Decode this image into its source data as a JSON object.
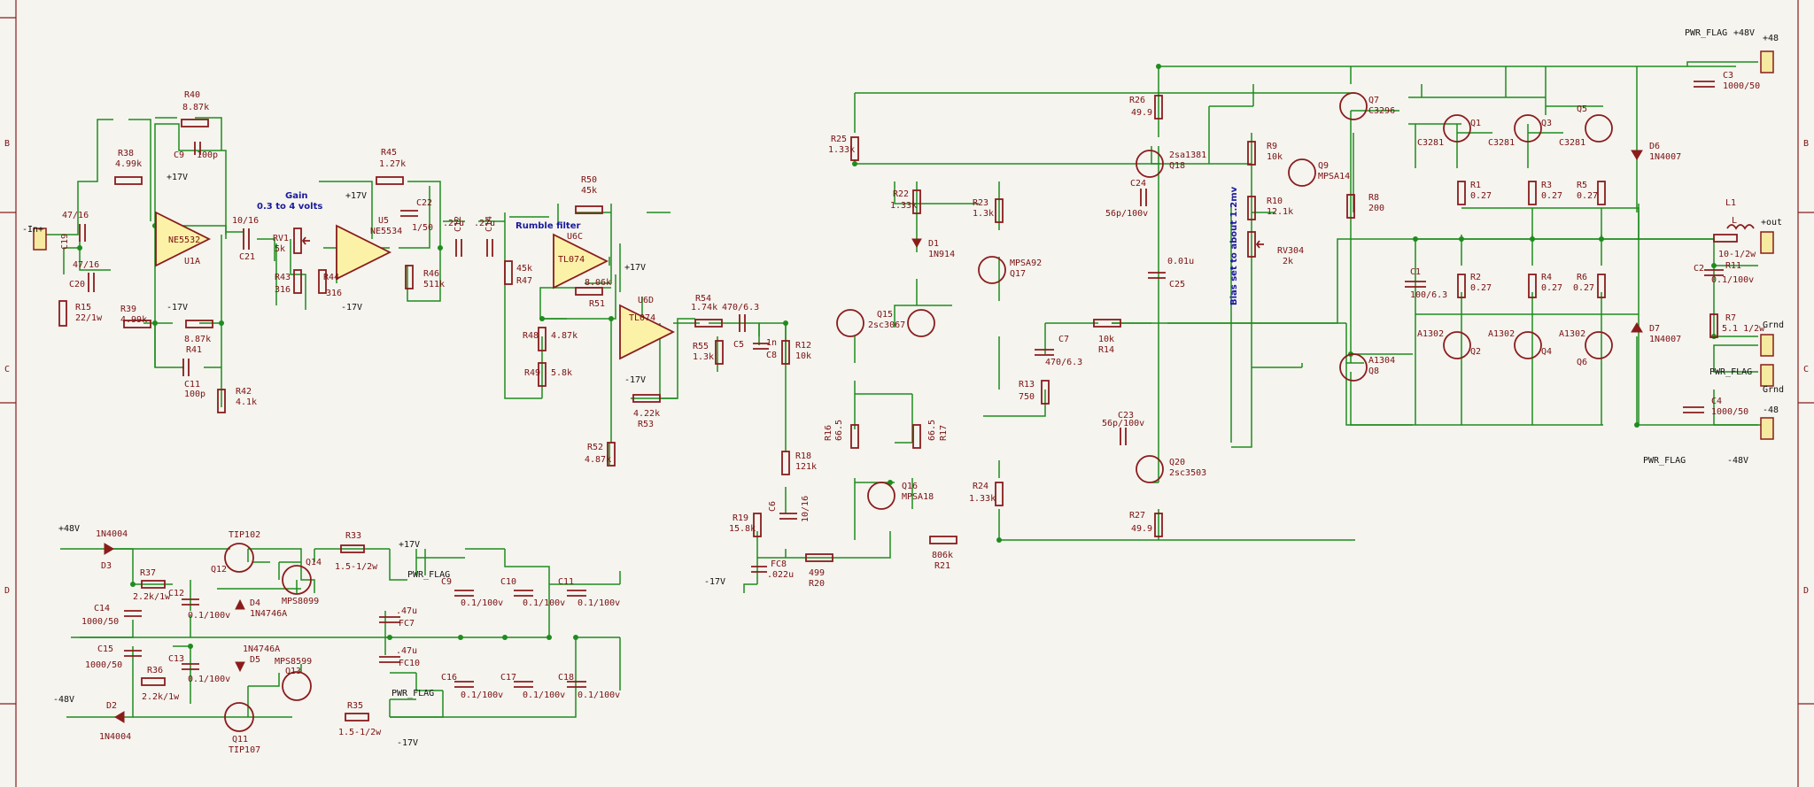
{
  "frame": {
    "rows": [
      "B",
      "C",
      "D"
    ]
  },
  "notes": {
    "gain_title": "Gain",
    "gain_range": "0.3 to 4 volts",
    "rumble": "Rumble filter",
    "bias": "Bias set to about 1.2mv"
  },
  "rails": {
    "p17": "+17V",
    "m17": "-17V",
    "p48": "+48V",
    "m48": "-48V",
    "p48_out": "+48",
    "m48_out": "-48",
    "pwr_flag": "PWR_FLAG",
    "grnd": "Grnd",
    "in": "-In+",
    "out": "+out"
  },
  "labels": [
    {
      "k": "R40",
      "t": "R40"
    },
    {
      "k": "R40v",
      "t": "8.87k"
    },
    {
      "k": "C9a",
      "t": "C9"
    },
    {
      "k": "C9av",
      "t": "100p"
    },
    {
      "k": "R38",
      "t": "R38"
    },
    {
      "k": "R38v",
      "t": "4.99k"
    },
    {
      "k": "C19v",
      "t": "47/16"
    },
    {
      "k": "C19",
      "t": "C19"
    },
    {
      "k": "C20v",
      "t": "47/16"
    },
    {
      "k": "C20",
      "t": "C20"
    },
    {
      "k": "R15",
      "t": "R15"
    },
    {
      "k": "R15v",
      "t": "22/1w"
    },
    {
      "k": "U1A",
      "t": "U1A"
    },
    {
      "k": "U1Av",
      "t": "NE5532"
    },
    {
      "k": "R39",
      "t": "R39"
    },
    {
      "k": "R39v",
      "t": "4.99k"
    },
    {
      "k": "R41v",
      "t": "8.87k"
    },
    {
      "k": "R41",
      "t": "R41"
    },
    {
      "k": "C11a",
      "t": "C11"
    },
    {
      "k": "C11av",
      "t": "100p"
    },
    {
      "k": "R42",
      "t": "R42"
    },
    {
      "k": "R42v",
      "t": "4.1k"
    },
    {
      "k": "C21v",
      "t": "10/16"
    },
    {
      "k": "C21",
      "t": "C21"
    },
    {
      "k": "RV1",
      "t": "RV1"
    },
    {
      "k": "RV1v",
      "t": "5k"
    },
    {
      "k": "R43",
      "t": "R43"
    },
    {
      "k": "R43v",
      "t": "316"
    },
    {
      "k": "R44",
      "t": "R44"
    },
    {
      "k": "R44v",
      "t": "316"
    },
    {
      "k": "U5",
      "t": "U5"
    },
    {
      "k": "U5v",
      "t": "NE5534"
    },
    {
      "k": "R45",
      "t": "R45"
    },
    {
      "k": "R45v",
      "t": "1.27k"
    },
    {
      "k": "C22",
      "t": "C22"
    },
    {
      "k": "C22v",
      "t": "1/50"
    },
    {
      "k": "R46",
      "t": "R46"
    },
    {
      "k": "R46v",
      "t": "511k"
    },
    {
      "k": "C12av",
      "t": ".27u"
    },
    {
      "k": "C12a",
      "t": "C12"
    },
    {
      "k": "C14av",
      "t": ".27u"
    },
    {
      "k": "C14a",
      "t": "C14"
    },
    {
      "k": "R47v",
      "t": "45k"
    },
    {
      "k": "R47",
      "t": "R47"
    },
    {
      "k": "R50",
      "t": "R50"
    },
    {
      "k": "R50v",
      "t": "45k"
    },
    {
      "k": "U6C",
      "t": "U6C"
    },
    {
      "k": "U6Cv",
      "t": "TL074"
    },
    {
      "k": "R51v",
      "t": "8.06k"
    },
    {
      "k": "R51",
      "t": "R51"
    },
    {
      "k": "R48",
      "t": "R48"
    },
    {
      "k": "R48v",
      "t": "4.87k"
    },
    {
      "k": "R49",
      "t": "R49"
    },
    {
      "k": "R49v",
      "t": "5.8k"
    },
    {
      "k": "U6D",
      "t": "U6D"
    },
    {
      "k": "U6Dv",
      "t": "TL074"
    },
    {
      "k": "R53v",
      "t": "4.22k"
    },
    {
      "k": "R53",
      "t": "R53"
    },
    {
      "k": "R52",
      "t": "R52"
    },
    {
      "k": "R52v",
      "t": "4.87k"
    },
    {
      "k": "R54",
      "t": "R54"
    },
    {
      "k": "R54v",
      "t": "1.74k"
    },
    {
      "k": "C5v",
      "t": "470/6.3"
    },
    {
      "k": "C5",
      "t": "C5"
    },
    {
      "k": "R55",
      "t": "R55"
    },
    {
      "k": "R55v",
      "t": "1.3k"
    },
    {
      "k": "C8v",
      "t": "1n"
    },
    {
      "k": "C8",
      "t": "C8"
    },
    {
      "k": "R12",
      "t": "R12"
    },
    {
      "k": "R12v",
      "t": "10k"
    },
    {
      "k": "R25",
      "t": "R25"
    },
    {
      "k": "R25v",
      "t": "1.33k"
    },
    {
      "k": "R22",
      "t": "R22"
    },
    {
      "k": "R22v",
      "t": "1.33k"
    },
    {
      "k": "D1",
      "t": "D1"
    },
    {
      "k": "D1v",
      "t": "1N914"
    },
    {
      "k": "R23",
      "t": "R23"
    },
    {
      "k": "R23v",
      "t": "1.3k"
    },
    {
      "k": "Q17v",
      "t": "MPSA92"
    },
    {
      "k": "Q17",
      "t": "Q17"
    },
    {
      "k": "Q15",
      "t": "Q15"
    },
    {
      "k": "Q15v",
      "t": "2sc3067"
    },
    {
      "k": "R16",
      "t": "R16"
    },
    {
      "k": "R16v",
      "t": "66.5"
    },
    {
      "k": "R17v",
      "t": "66.5"
    },
    {
      "k": "R17",
      "t": "R17"
    },
    {
      "k": "R18",
      "t": "R18"
    },
    {
      "k": "R18v",
      "t": "121k"
    },
    {
      "k": "Q16",
      "t": "Q16"
    },
    {
      "k": "Q16v",
      "t": "MPSA18"
    },
    {
      "k": "R19",
      "t": "R19"
    },
    {
      "k": "R19v",
      "t": "15.8k"
    },
    {
      "k": "C6",
      "t": "C6"
    },
    {
      "k": "C6v",
      "t": "10/16"
    },
    {
      "k": "FC8",
      "t": "FC8"
    },
    {
      "k": "FC8v",
      "t": ".022u"
    },
    {
      "k": "R20v",
      "t": "499"
    },
    {
      "k": "R20",
      "t": "R20"
    },
    {
      "k": "R21v",
      "t": "806k"
    },
    {
      "k": "R21",
      "t": "R21"
    },
    {
      "k": "C7",
      "t": "C7"
    },
    {
      "k": "C7v",
      "t": "470/6.3"
    },
    {
      "k": "R13",
      "t": "R13"
    },
    {
      "k": "R13v",
      "t": "750"
    },
    {
      "k": "R14v",
      "t": "10k"
    },
    {
      "k": "R14",
      "t": "R14"
    },
    {
      "k": "R24",
      "t": "R24"
    },
    {
      "k": "R24v",
      "t": "1.33k"
    },
    {
      "k": "R26",
      "t": "R26"
    },
    {
      "k": "R26v",
      "t": "49.9"
    },
    {
      "k": "Q18v",
      "t": "2sa1381"
    },
    {
      "k": "Q18",
      "t": "Q18"
    },
    {
      "k": "C24",
      "t": "C24"
    },
    {
      "k": "C24v",
      "t": "56p/100v"
    },
    {
      "k": "C25v",
      "t": "0.01u"
    },
    {
      "k": "C25",
      "t": "C25"
    },
    {
      "k": "C23",
      "t": "C23"
    },
    {
      "k": "C23v",
      "t": "56p/100v"
    },
    {
      "k": "Q20",
      "t": "Q20"
    },
    {
      "k": "Q20v",
      "t": "2sc3503"
    },
    {
      "k": "R27",
      "t": "R27"
    },
    {
      "k": "R27v",
      "t": "49.9"
    },
    {
      "k": "R9",
      "t": "R9"
    },
    {
      "k": "R9v",
      "t": "10k"
    },
    {
      "k": "Q9",
      "t": "Q9"
    },
    {
      "k": "Q9v",
      "t": "MPSA14"
    },
    {
      "k": "R10",
      "t": "R10"
    },
    {
      "k": "R10v",
      "t": "12.1k"
    },
    {
      "k": "RV304",
      "t": "RV304"
    },
    {
      "k": "RV304v",
      "t": "2k"
    },
    {
      "k": "Q7",
      "t": "Q7"
    },
    {
      "k": "Q7v",
      "t": "C3296"
    },
    {
      "k": "R8",
      "t": "R8"
    },
    {
      "k": "R8v",
      "t": "200"
    },
    {
      "k": "Q8",
      "t": "A1304"
    },
    {
      "k": "Q8n",
      "t": "Q8"
    },
    {
      "k": "Q1v",
      "t": "C3281"
    },
    {
      "k": "Q1",
      "t": "Q1"
    },
    {
      "k": "Q3v",
      "t": "C3281"
    },
    {
      "k": "Q3",
      "t": "Q3"
    },
    {
      "k": "Q5",
      "t": "Q5"
    },
    {
      "k": "Q5v",
      "t": "C3281"
    },
    {
      "k": "R1",
      "t": "R1"
    },
    {
      "k": "R1v",
      "t": "0.27"
    },
    {
      "k": "R3",
      "t": "R3"
    },
    {
      "k": "R3v",
      "t": "0.27"
    },
    {
      "k": "R5",
      "t": "R5"
    },
    {
      "k": "R5v",
      "t": "0.27"
    },
    {
      "k": "C1",
      "t": "C1"
    },
    {
      "k": "C1v",
      "t": "100/6.3"
    },
    {
      "k": "R2",
      "t": "R2"
    },
    {
      "k": "R2v",
      "t": "0.27"
    },
    {
      "k": "R4",
      "t": "R4"
    },
    {
      "k": "R4v",
      "t": "0.27"
    },
    {
      "k": "R6",
      "t": "R6"
    },
    {
      "k": "R6v",
      "t": "0.27"
    },
    {
      "k": "Q2v",
      "t": "A1302"
    },
    {
      "k": "Q2",
      "t": "Q2"
    },
    {
      "k": "Q4v",
      "t": "A1302"
    },
    {
      "k": "Q4",
      "t": "Q4"
    },
    {
      "k": "Q6v",
      "t": "A1302"
    },
    {
      "k": "Q6",
      "t": "Q6"
    },
    {
      "k": "D6",
      "t": "D6"
    },
    {
      "k": "D6v",
      "t": "1N4007"
    },
    {
      "k": "D7",
      "t": "D7"
    },
    {
      "k": "D7v",
      "t": "1N4007"
    },
    {
      "k": "C3",
      "t": "C3"
    },
    {
      "k": "C3v",
      "t": "1000/50"
    },
    {
      "k": "C4",
      "t": "C4"
    },
    {
      "k": "C4v",
      "t": "1000/50"
    },
    {
      "k": "L1",
      "t": "L1"
    },
    {
      "k": "L1v",
      "t": "L"
    },
    {
      "k": "R11v",
      "t": "10-1/2w"
    },
    {
      "k": "R11",
      "t": "R11"
    },
    {
      "k": "C2",
      "t": "C2"
    },
    {
      "k": "C2v",
      "t": "0.1/100v"
    },
    {
      "k": "R7",
      "t": "R7"
    },
    {
      "k": "R7v",
      "t": "5.1 1/2w"
    },
    {
      "k": "D3v",
      "t": "1N4004"
    },
    {
      "k": "D3",
      "t": "D3"
    },
    {
      "k": "R37",
      "t": "R37"
    },
    {
      "k": "R37v",
      "t": "2.2k/1w"
    },
    {
      "k": "C14",
      "t": "C14"
    },
    {
      "k": "C14v",
      "t": "1000/50"
    },
    {
      "k": "C15",
      "t": "C15"
    },
    {
      "k": "C15v",
      "t": "1000/50"
    },
    {
      "k": "C12",
      "t": "C12"
    },
    {
      "k": "C12v",
      "t": "0.1/100v"
    },
    {
      "k": "C13",
      "t": "C13"
    },
    {
      "k": "C13v",
      "t": "0.1/100v"
    },
    {
      "k": "R36",
      "t": "R36"
    },
    {
      "k": "R36v",
      "t": "2.2k/1w"
    },
    {
      "k": "D2",
      "t": "D2"
    },
    {
      "k": "D2v",
      "t": "1N4004"
    },
    {
      "k": "TIP102",
      "t": "TIP102"
    },
    {
      "k": "Q12",
      "t": "Q12"
    },
    {
      "k": "D4",
      "t": "D4"
    },
    {
      "k": "D4v",
      "t": "1N4746A"
    },
    {
      "k": "D5v",
      "t": "1N4746A"
    },
    {
      "k": "D5",
      "t": "D5"
    },
    {
      "k": "Q11",
      "t": "Q11"
    },
    {
      "k": "TIP107",
      "t": "TIP107"
    },
    {
      "k": "Q14",
      "t": "Q14"
    },
    {
      "k": "Q14v",
      "t": "MPS8099"
    },
    {
      "k": "Q13v",
      "t": "MPS8599"
    },
    {
      "k": "Q13",
      "t": "Q13"
    },
    {
      "k": "R33",
      "t": "R33"
    },
    {
      "k": "R33v",
      "t": "1.5-1/2w"
    },
    {
      "k": "R35",
      "t": "R35"
    },
    {
      "k": "R35v",
      "t": "1.5-1/2w"
    },
    {
      "k": "FC7v",
      "t": ".47u"
    },
    {
      "k": "FC7",
      "t": "FC7"
    },
    {
      "k": "FC10v",
      "t": ".47u"
    },
    {
      "k": "FC10",
      "t": "FC10"
    },
    {
      "k": "C9",
      "t": "C9"
    },
    {
      "k": "C9v",
      "t": "0.1/100v"
    },
    {
      "k": "C10",
      "t": "C10"
    },
    {
      "k": "C10v",
      "t": "0.1/100v"
    },
    {
      "k": "C11",
      "t": "C11"
    },
    {
      "k": "C11v",
      "t": "0.1/100v"
    },
    {
      "k": "C16",
      "t": "C16"
    },
    {
      "k": "C16v",
      "t": "0.1/100v"
    },
    {
      "k": "C17",
      "t": "C17"
    },
    {
      "k": "C17v",
      "t": "0.1/100v"
    },
    {
      "k": "C18",
      "t": "C18"
    },
    {
      "k": "C18v",
      "t": "0.1/100v"
    }
  ]
}
